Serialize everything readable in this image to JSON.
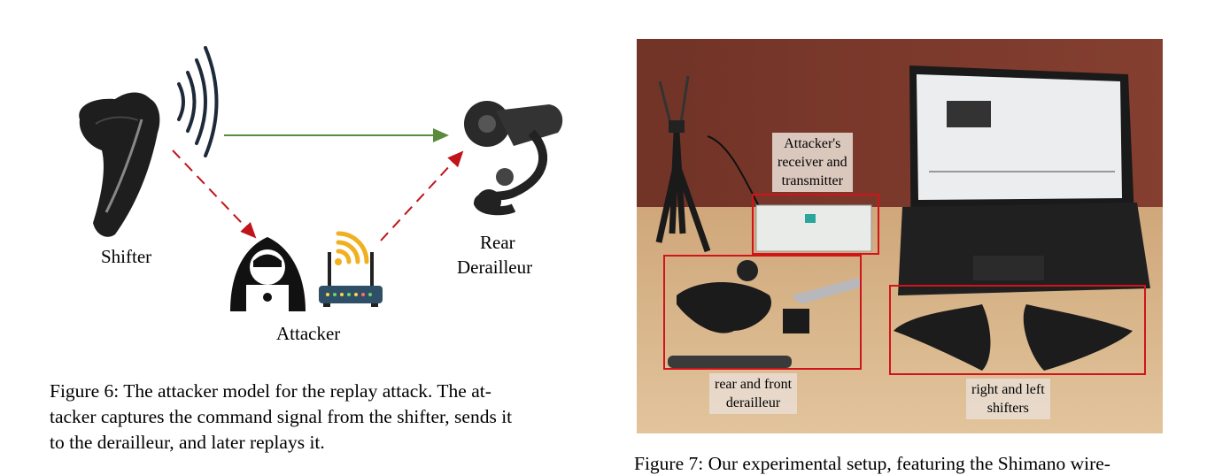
{
  "figure6": {
    "labels": {
      "shifter": "Shifter",
      "rear_derailleur_line1": "Rear",
      "rear_derailleur_line2": "Derailleur",
      "attacker": "Attacker"
    },
    "caption_lines": [
      "Figure 6: The attacker model for the replay attack. The at-",
      "tacker captures the command signal from the shifter, sends it",
      "to the derailleur, and later replays it."
    ],
    "colors": {
      "direct_arrow": "#5a8a3c",
      "attack_arrow": "#c0141a",
      "wifi": "#f0b020"
    }
  },
  "figure7": {
    "tags": {
      "receiver_line1": "Attacker's",
      "receiver_line2": "receiver and",
      "receiver_line3": "transmitter",
      "derailleur_line1": "rear and front",
      "derailleur_line2": "derailleur",
      "shifters_line1": "right and left",
      "shifters_line2": "shifters"
    },
    "caption_partial": "Figure 7: Our experimental setup, featuring the Shimano wire-",
    "colors": {
      "highlight_box": "#d0141a",
      "wall": "#7a3a2c",
      "desk": "#d9b98e"
    }
  }
}
